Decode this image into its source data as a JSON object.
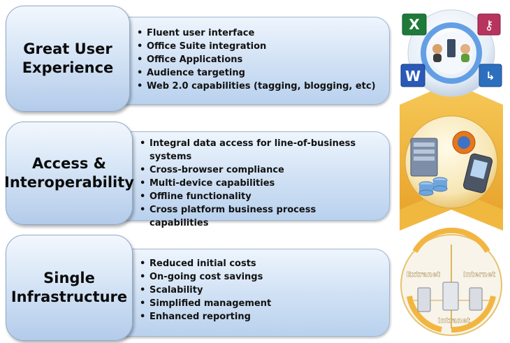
{
  "sections": [
    {
      "title": "Great User\nExperience",
      "bullets": [
        "Fluent user interface",
        "Office Suite integration",
        "Office Applications",
        "Audience targeting",
        "Web 2.0 capabilities (tagging, blogging, etc)"
      ]
    },
    {
      "title": "Access &\nInteroperability",
      "bullets": [
        "Integral data access for line-of-business systems",
        "Cross-browser compliance",
        "Multi-device capabilities",
        "Offline functionality",
        "Cross platform business process capabilities"
      ]
    },
    {
      "title": "Single\nInfrastructure",
      "bullets": [
        "Reduced initial costs",
        "On-going cost savings",
        "Scalability",
        "Simplified management",
        "Enhanced reporting"
      ]
    }
  ],
  "network_labels": {
    "extranet": "Extranet",
    "internet": "Internet",
    "intranet": "Intranet"
  },
  "colors": {
    "box_border": "#9fb6d3",
    "arrow_gold": "#e9a92b",
    "ring_blue": "#5b8fd6"
  }
}
